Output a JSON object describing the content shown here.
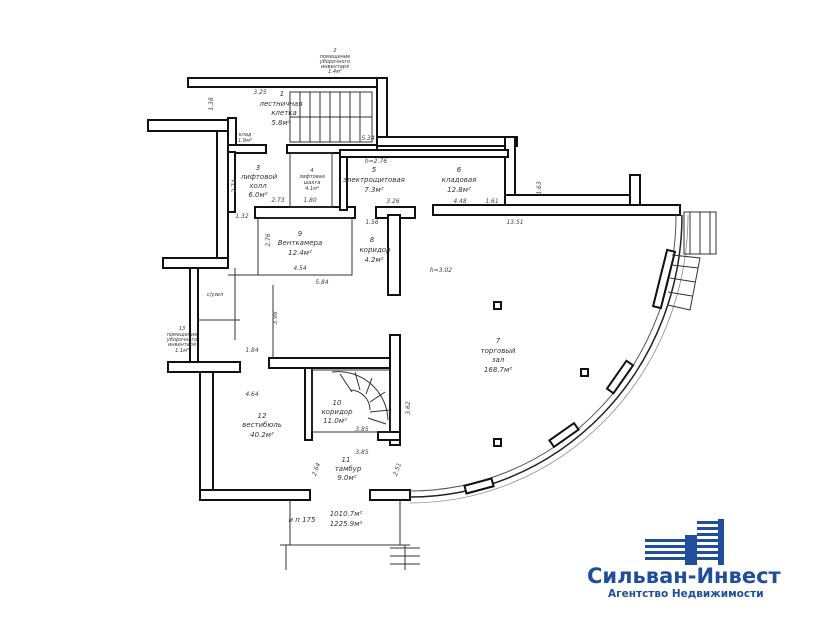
{
  "rooms": {
    "r1": {
      "num": "1",
      "name1": "лестничная",
      "name2": "клетка",
      "area": "5.8м²"
    },
    "r2": {
      "num": "2",
      "name1": "помещение",
      "name2": "уборочного",
      "name3": "инвентаря",
      "area": "1.4м²"
    },
    "r3": {
      "num": "3",
      "name1": "лифтовой",
      "name2": "холл",
      "area": "6.0м²"
    },
    "r4": {
      "num": "4",
      "name1": "лифтовая",
      "name2": "шахта",
      "area": "4.1м²"
    },
    "r5": {
      "num": "5",
      "name1": "электрощитовая",
      "area": "7.3м²"
    },
    "r6": {
      "num": "6",
      "name1": "кладовая",
      "area": "12.8м²"
    },
    "r7": {
      "num": "7",
      "name1": "торговый",
      "name2": "зал",
      "area": "168.7м²"
    },
    "r8": {
      "num": "8",
      "name1": "коридор",
      "area": "4.2м²"
    },
    "r9": {
      "num": "9",
      "name1": "Венткамера",
      "area": "12.4м²"
    },
    "r10": {
      "num": "10",
      "name1": "коридор",
      "area": "11.0м²"
    },
    "r11": {
      "num": "11",
      "name1": "тамбур",
      "area": "9.0м²"
    },
    "r12": {
      "num": "12",
      "name1": "вестибюль",
      "area": "40.2м²"
    },
    "r13": {
      "num": "13",
      "name1": "помещение",
      "name2": "уборочного",
      "name3": "инвентаря",
      "area": "1.1м²"
    },
    "closet": {
      "name1": "клад",
      "area": "1.9м²"
    },
    "wc": {
      "name1": "с/узел"
    }
  },
  "heights": {
    "h1": "h=2.76",
    "h2": "h=3.02"
  },
  "totals": {
    "code": "и п 175",
    "area1": "1010.7м²",
    "area2": "1225.9м²"
  },
  "dimensions": [
    "3.25",
    "5.34",
    "2.73",
    "1.80",
    "3.26",
    "4.48",
    "13.51",
    "4.54",
    "5.84",
    "1.84",
    "4.64",
    "3.85",
    "3.85",
    "1.32",
    "1.56",
    "3.98",
    "2.64",
    "2.51",
    "3.62",
    "1.61",
    "1.63",
    "2.74",
    "2.76",
    "1.38"
  ],
  "logo": {
    "name": "Сильван-Инвест",
    "tagline": "Агентство Недвижимости",
    "color": "#1f4e9c"
  }
}
